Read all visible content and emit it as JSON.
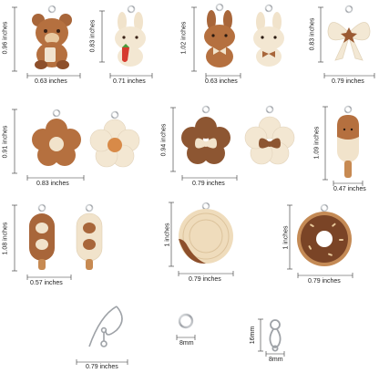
{
  "products": [
    {
      "item": "bear charm",
      "width": "0.63 inches",
      "height": "0.96 inches"
    },
    {
      "item": "bunny strawberry charm",
      "width": "0.71 inches",
      "height": "0.83 inches"
    },
    {
      "item": "bunny pair charms",
      "width": "0.63 inches",
      "height": "1.02 inches"
    },
    {
      "item": "bow charm",
      "width": "0.79 inches",
      "height": "0.83 inches"
    },
    {
      "item": "flower pair charms",
      "width": "0.83 inches",
      "height": "0.91 inches"
    },
    {
      "item": "bow flower pair charms",
      "width": "0.79 inches",
      "height": "0.94 inches"
    },
    {
      "item": "popsicle charm",
      "width": "0.47 inches",
      "height": "1.09 inches"
    },
    {
      "item": "ice cream bar pair",
      "width": "0.57 inches",
      "height": "1.08 inches"
    },
    {
      "item": "cookie charm",
      "width": "0.79 inches",
      "height": "1 inches"
    },
    {
      "item": "donut charm",
      "width": "0.79 inches",
      "height": "1 inches"
    },
    {
      "item": "ear hook",
      "width": "0.79 inches"
    },
    {
      "item": "jump ring",
      "width": "8mm"
    },
    {
      "item": "lobster clasp",
      "width": "8mm",
      "height": "16mm"
    }
  ],
  "colors": {
    "brown": "#b5703f",
    "dark_brown": "#7a4426",
    "cream": "#f2e4cc",
    "tan": "#d9a874",
    "metal": "#b9bcc0"
  }
}
